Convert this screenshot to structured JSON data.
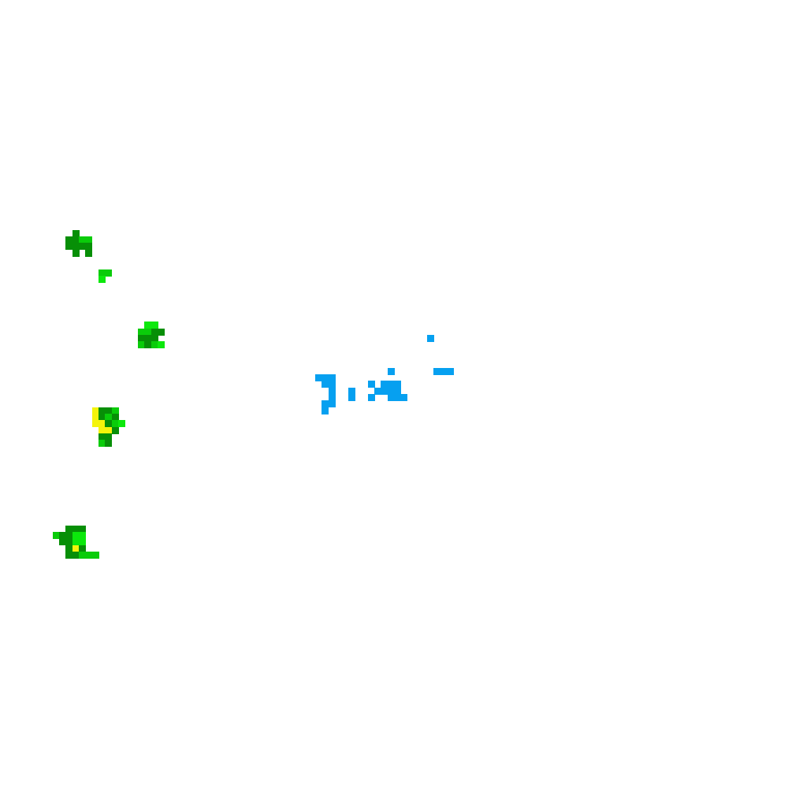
{
  "grid": {
    "columns": 120,
    "rows": 120,
    "background": "#ffffff"
  },
  "palette": {
    "dark_green": "#078f07",
    "green": "#0acc0a",
    "bright_green": "#0ce80c",
    "yellow": "#f4f40a",
    "blue": "#06a0f0"
  },
  "colonies": [
    {
      "name": "green-colony-1",
      "cells": [
        [
          11,
          35,
          "dark_green"
        ],
        [
          10,
          36,
          "dark_green"
        ],
        [
          11,
          36,
          "dark_green"
        ],
        [
          12,
          36,
          "green"
        ],
        [
          13,
          36,
          "green"
        ],
        [
          10,
          37,
          "dark_green"
        ],
        [
          11,
          37,
          "dark_green"
        ],
        [
          12,
          37,
          "dark_green"
        ],
        [
          13,
          37,
          "dark_green"
        ],
        [
          11,
          38,
          "dark_green"
        ],
        [
          13,
          38,
          "dark_green"
        ]
      ]
    },
    {
      "name": "green-colony-2",
      "cells": [
        [
          15,
          41,
          "green"
        ],
        [
          16,
          41,
          "green"
        ],
        [
          15,
          42,
          "bright_green"
        ]
      ]
    },
    {
      "name": "green-colony-3",
      "cells": [
        [
          22,
          49,
          "bright_green"
        ],
        [
          23,
          49,
          "bright_green"
        ],
        [
          21,
          50,
          "green"
        ],
        [
          22,
          50,
          "green"
        ],
        [
          23,
          50,
          "dark_green"
        ],
        [
          24,
          50,
          "dark_green"
        ],
        [
          21,
          51,
          "dark_green"
        ],
        [
          22,
          51,
          "dark_green"
        ],
        [
          23,
          51,
          "dark_green"
        ],
        [
          21,
          52,
          "green"
        ],
        [
          22,
          52,
          "dark_green"
        ],
        [
          23,
          52,
          "green"
        ],
        [
          24,
          52,
          "bright_green"
        ]
      ]
    },
    {
      "name": "green-yellow-colony-4",
      "cells": [
        [
          14,
          62,
          "yellow"
        ],
        [
          15,
          62,
          "dark_green"
        ],
        [
          16,
          62,
          "dark_green"
        ],
        [
          17,
          62,
          "green"
        ],
        [
          14,
          63,
          "yellow"
        ],
        [
          15,
          63,
          "dark_green"
        ],
        [
          16,
          63,
          "green"
        ],
        [
          17,
          63,
          "dark_green"
        ],
        [
          14,
          64,
          "yellow"
        ],
        [
          15,
          64,
          "yellow"
        ],
        [
          16,
          64,
          "dark_green"
        ],
        [
          17,
          64,
          "green"
        ],
        [
          18,
          64,
          "bright_green"
        ],
        [
          15,
          65,
          "yellow"
        ],
        [
          16,
          65,
          "yellow"
        ],
        [
          17,
          65,
          "dark_green"
        ],
        [
          15,
          66,
          "dark_green"
        ],
        [
          16,
          66,
          "dark_green"
        ],
        [
          15,
          67,
          "green"
        ],
        [
          16,
          67,
          "dark_green"
        ]
      ]
    },
    {
      "name": "green-yellow-colony-5",
      "cells": [
        [
          10,
          80,
          "dark_green"
        ],
        [
          11,
          80,
          "dark_green"
        ],
        [
          12,
          80,
          "dark_green"
        ],
        [
          8,
          81,
          "green"
        ],
        [
          9,
          81,
          "dark_green"
        ],
        [
          10,
          81,
          "dark_green"
        ],
        [
          11,
          81,
          "bright_green"
        ],
        [
          12,
          81,
          "bright_green"
        ],
        [
          9,
          82,
          "dark_green"
        ],
        [
          10,
          82,
          "dark_green"
        ],
        [
          11,
          82,
          "bright_green"
        ],
        [
          12,
          82,
          "bright_green"
        ],
        [
          10,
          83,
          "dark_green"
        ],
        [
          11,
          83,
          "yellow"
        ],
        [
          12,
          83,
          "dark_green"
        ],
        [
          10,
          84,
          "dark_green"
        ],
        [
          11,
          84,
          "yellow"
        ],
        [
          12,
          84,
          "dark_green"
        ],
        [
          13,
          84,
          "dark_green"
        ],
        [
          10,
          84,
          "dark_green"
        ],
        [
          11,
          84,
          "dark_green"
        ],
        [
          12,
          84,
          "green"
        ],
        [
          13,
          84,
          "green"
        ],
        [
          14,
          84,
          "green"
        ]
      ]
    },
    {
      "name": "blue-colony",
      "cells": [
        [
          65,
          51,
          "blue"
        ],
        [
          59,
          56,
          "blue"
        ],
        [
          66,
          56,
          "blue"
        ],
        [
          67,
          56,
          "blue"
        ],
        [
          68,
          56,
          "blue"
        ],
        [
          48,
          57,
          "blue"
        ],
        [
          49,
          57,
          "blue"
        ],
        [
          50,
          57,
          "blue"
        ],
        [
          49,
          58,
          "blue"
        ],
        [
          50,
          58,
          "blue"
        ],
        [
          56,
          58,
          "blue"
        ],
        [
          58,
          58,
          "blue"
        ],
        [
          59,
          58,
          "blue"
        ],
        [
          60,
          58,
          "blue"
        ],
        [
          50,
          59,
          "blue"
        ],
        [
          53,
          59,
          "blue"
        ],
        [
          57,
          59,
          "blue"
        ],
        [
          58,
          59,
          "blue"
        ],
        [
          59,
          59,
          "blue"
        ],
        [
          60,
          59,
          "blue"
        ],
        [
          50,
          60,
          "blue"
        ],
        [
          53,
          60,
          "blue"
        ],
        [
          56,
          60,
          "blue"
        ],
        [
          59,
          60,
          "blue"
        ],
        [
          60,
          60,
          "blue"
        ],
        [
          61,
          60,
          "blue"
        ],
        [
          49,
          61,
          "blue"
        ],
        [
          50,
          61,
          "blue"
        ],
        [
          49,
          62,
          "blue"
        ]
      ]
    }
  ]
}
